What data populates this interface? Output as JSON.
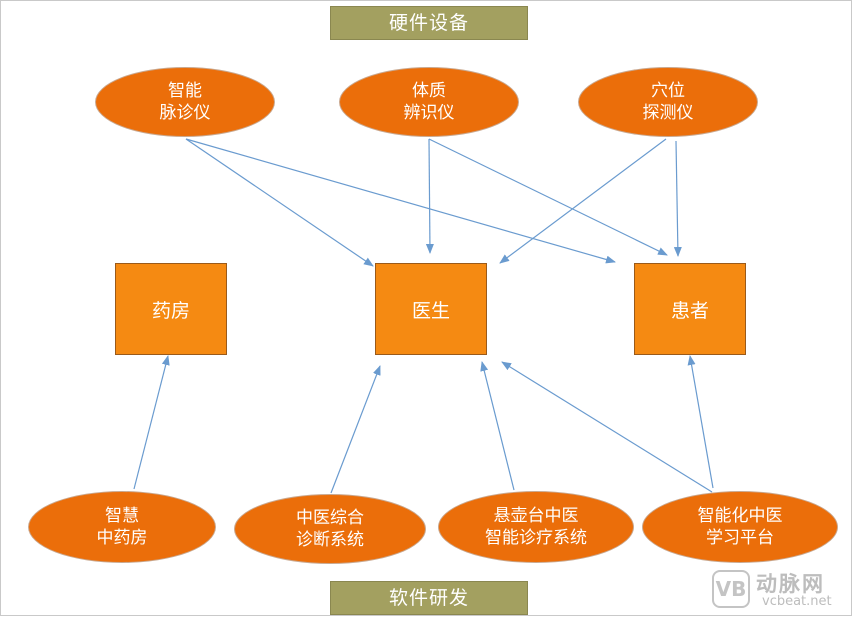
{
  "top_banner": "硬件设备",
  "bottom_banner": "软件研发",
  "hardware": [
    {
      "line1": "智能",
      "line2": "脉诊仪"
    },
    {
      "line1": "体质",
      "line2": "辨识仪"
    },
    {
      "line1": "穴位",
      "line2": "探测仪"
    }
  ],
  "nodes": {
    "pharmacy": "药房",
    "doctor": "医生",
    "patient": "患者"
  },
  "software": [
    {
      "line1": "智慧",
      "line2": "中药房"
    },
    {
      "line1": "中医综合",
      "line2": "诊断系统"
    },
    {
      "line1": "悬壶台中医",
      "line2": "智能诊疗系统"
    },
    {
      "line1": "智能化中医",
      "line2": "学习平台"
    }
  ],
  "watermark": {
    "cn": "动脉网",
    "en": "vcbeat.net",
    "mark": "VB"
  },
  "colors": {
    "oval": "#eb6e0a",
    "box": "#f58a12",
    "banner": "#a3a060",
    "arrow": "#6a9bcf"
  }
}
